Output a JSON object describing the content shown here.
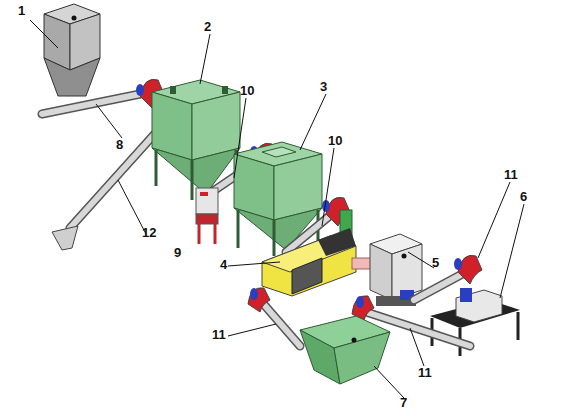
{
  "diagram": {
    "labels": [
      "1",
      "2",
      "3",
      "10",
      "10",
      "8",
      "11",
      "6",
      "12",
      "9",
      "4",
      "5",
      "11",
      "11",
      "7"
    ]
  }
}
